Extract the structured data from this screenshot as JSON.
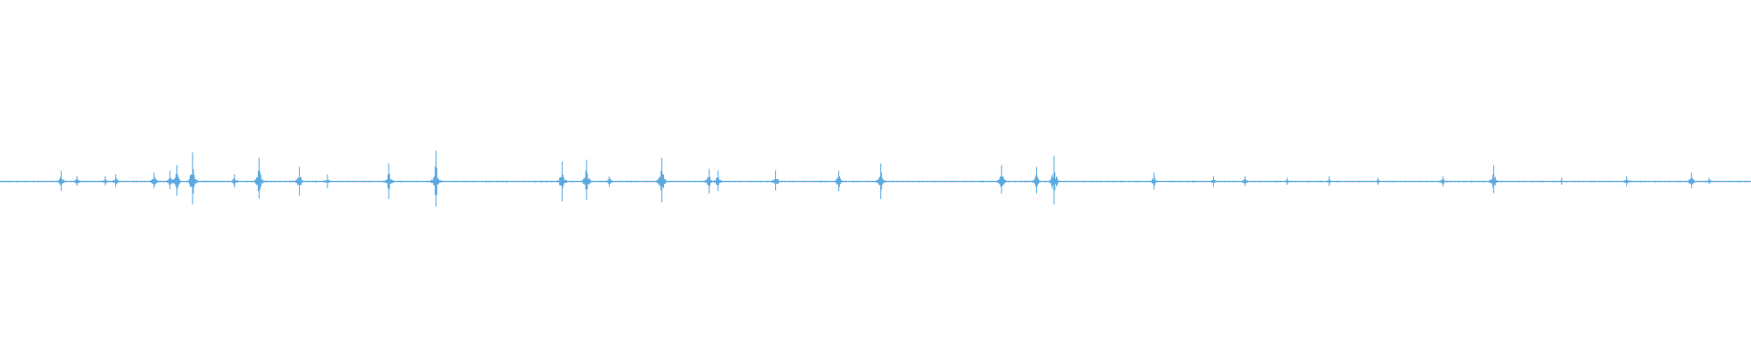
{
  "waveform": {
    "color": "#5aa9e0",
    "background": "#ffffff",
    "baseline_amplitude": 0.012,
    "spikes": [
      {
        "position": 0.035,
        "amplitude": 0.06
      },
      {
        "position": 0.044,
        "amplitude": 0.03
      },
      {
        "position": 0.06,
        "amplitude": 0.03
      },
      {
        "position": 0.066,
        "amplitude": 0.04
      },
      {
        "position": 0.088,
        "amplitude": 0.05
      },
      {
        "position": 0.097,
        "amplitude": 0.06
      },
      {
        "position": 0.101,
        "amplitude": 0.09
      },
      {
        "position": 0.11,
        "amplitude": 0.16
      },
      {
        "position": 0.134,
        "amplitude": 0.04
      },
      {
        "position": 0.148,
        "amplitude": 0.13
      },
      {
        "position": 0.171,
        "amplitude": 0.08
      },
      {
        "position": 0.187,
        "amplitude": 0.04
      },
      {
        "position": 0.222,
        "amplitude": 0.1
      },
      {
        "position": 0.249,
        "amplitude": 0.17
      },
      {
        "position": 0.321,
        "amplitude": 0.11
      },
      {
        "position": 0.335,
        "amplitude": 0.12
      },
      {
        "position": 0.348,
        "amplitude": 0.03
      },
      {
        "position": 0.378,
        "amplitude": 0.13
      },
      {
        "position": 0.405,
        "amplitude": 0.07
      },
      {
        "position": 0.41,
        "amplitude": 0.06
      },
      {
        "position": 0.443,
        "amplitude": 0.06
      },
      {
        "position": 0.479,
        "amplitude": 0.06
      },
      {
        "position": 0.503,
        "amplitude": 0.1
      },
      {
        "position": 0.572,
        "amplitude": 0.09
      },
      {
        "position": 0.592,
        "amplitude": 0.08
      },
      {
        "position": 0.602,
        "amplitude": 0.14
      },
      {
        "position": 0.659,
        "amplitude": 0.05
      },
      {
        "position": 0.693,
        "amplitude": 0.03
      },
      {
        "position": 0.711,
        "amplitude": 0.03
      },
      {
        "position": 0.735,
        "amplitude": 0.02
      },
      {
        "position": 0.759,
        "amplitude": 0.03
      },
      {
        "position": 0.787,
        "amplitude": 0.02
      },
      {
        "position": 0.824,
        "amplitude": 0.03
      },
      {
        "position": 0.853,
        "amplitude": 0.09
      },
      {
        "position": 0.892,
        "amplitude": 0.02
      },
      {
        "position": 0.929,
        "amplitude": 0.03
      },
      {
        "position": 0.966,
        "amplitude": 0.05
      },
      {
        "position": 0.976,
        "amplitude": 0.02
      }
    ]
  }
}
